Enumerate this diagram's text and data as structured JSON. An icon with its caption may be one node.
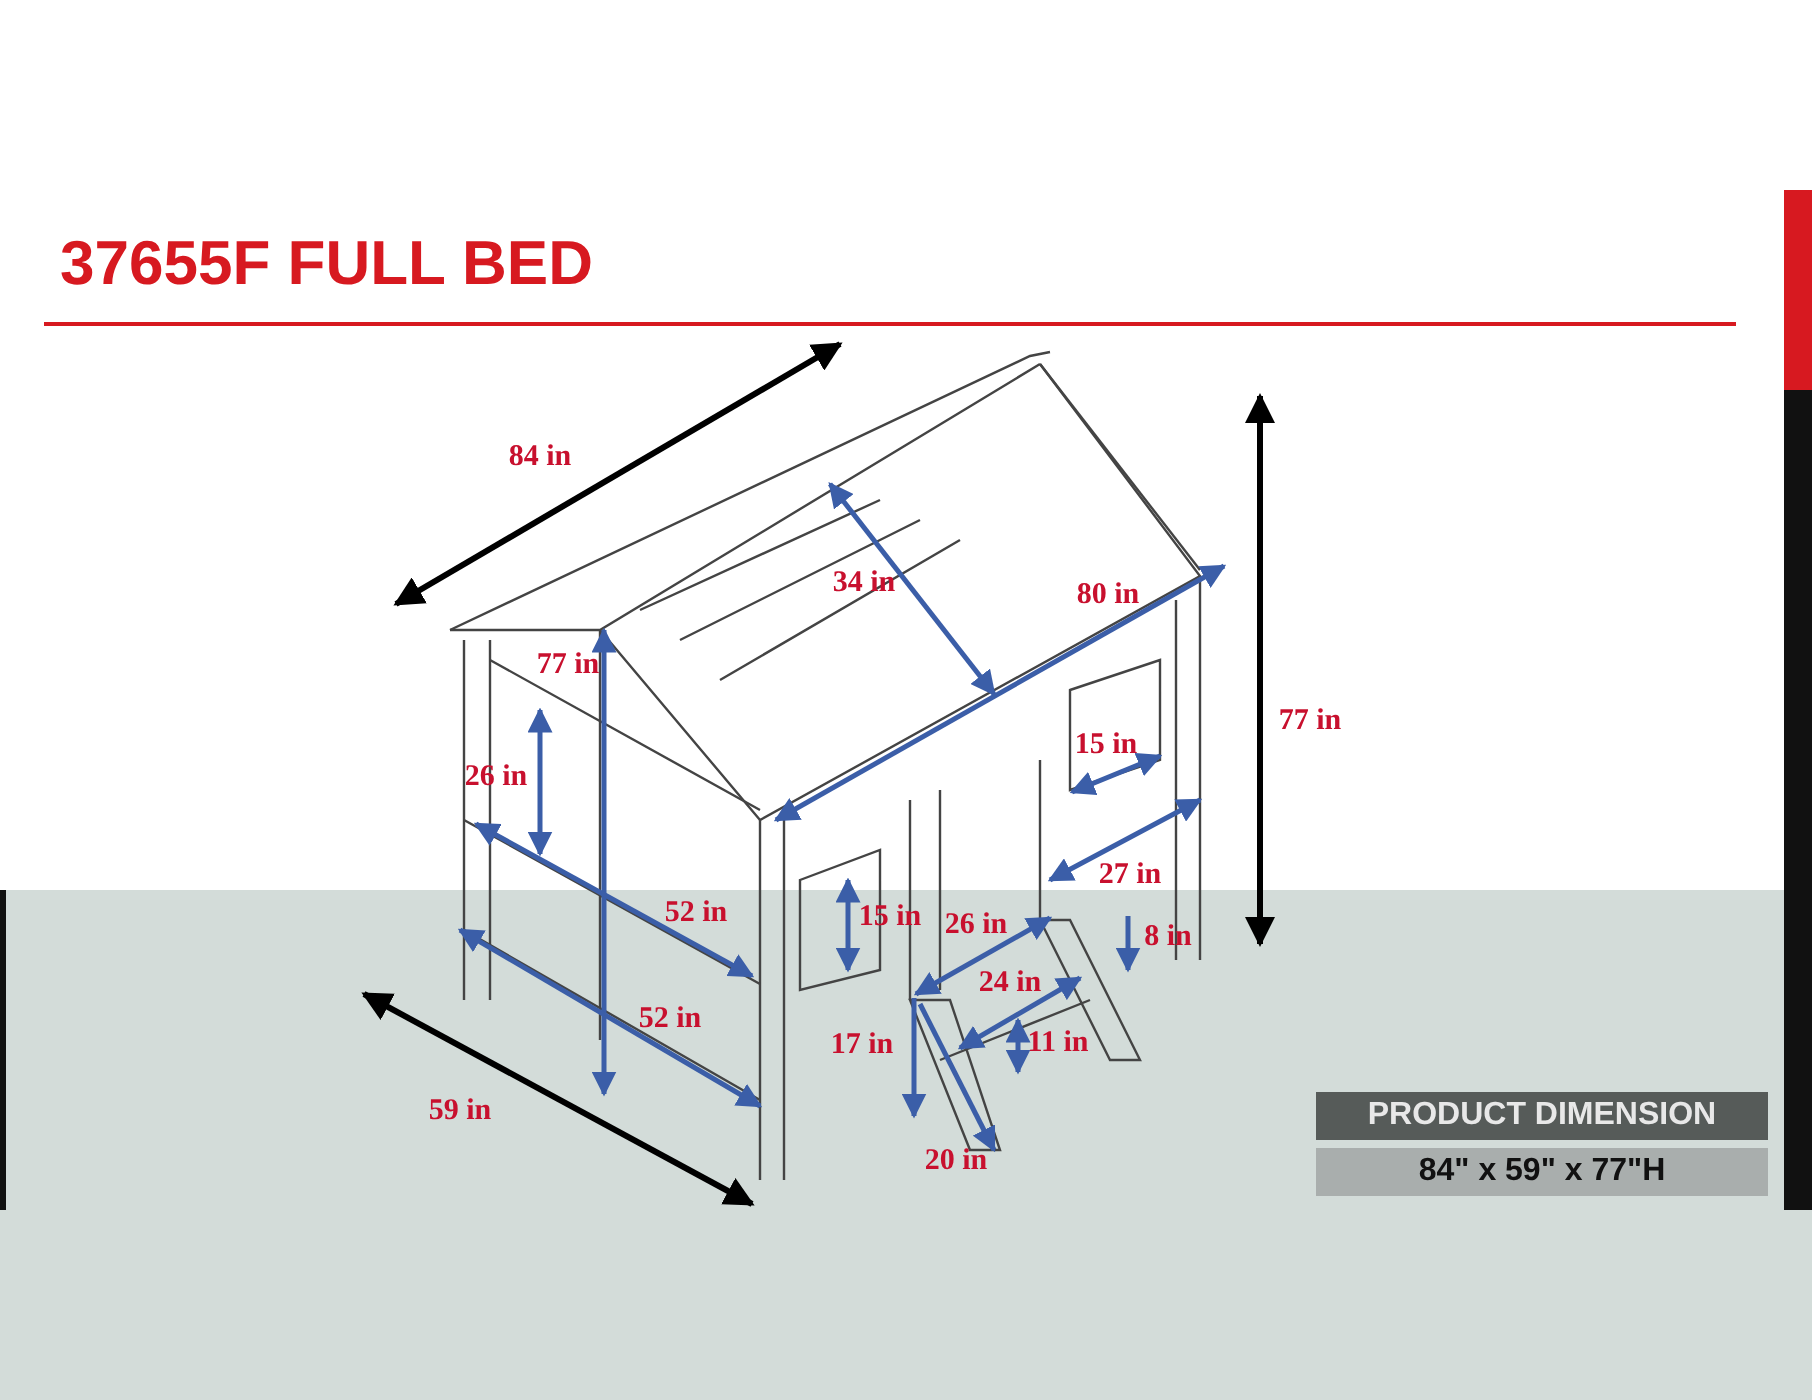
{
  "diagram": {
    "title": "37655F FULL BED",
    "labels": [
      "84 in",
      "34 in",
      "80 in",
      "77 in",
      "77 in",
      "26 in",
      "15 in",
      "27 in",
      "52 in",
      "15 in",
      "26 in",
      "8 in",
      "24 in",
      "52 in",
      "17 in",
      "11 in",
      "59 in",
      "20 in",
      "PRODUCT DIMENSION",
      "84\" x 59\" x 77\"H"
    ]
  }
}
